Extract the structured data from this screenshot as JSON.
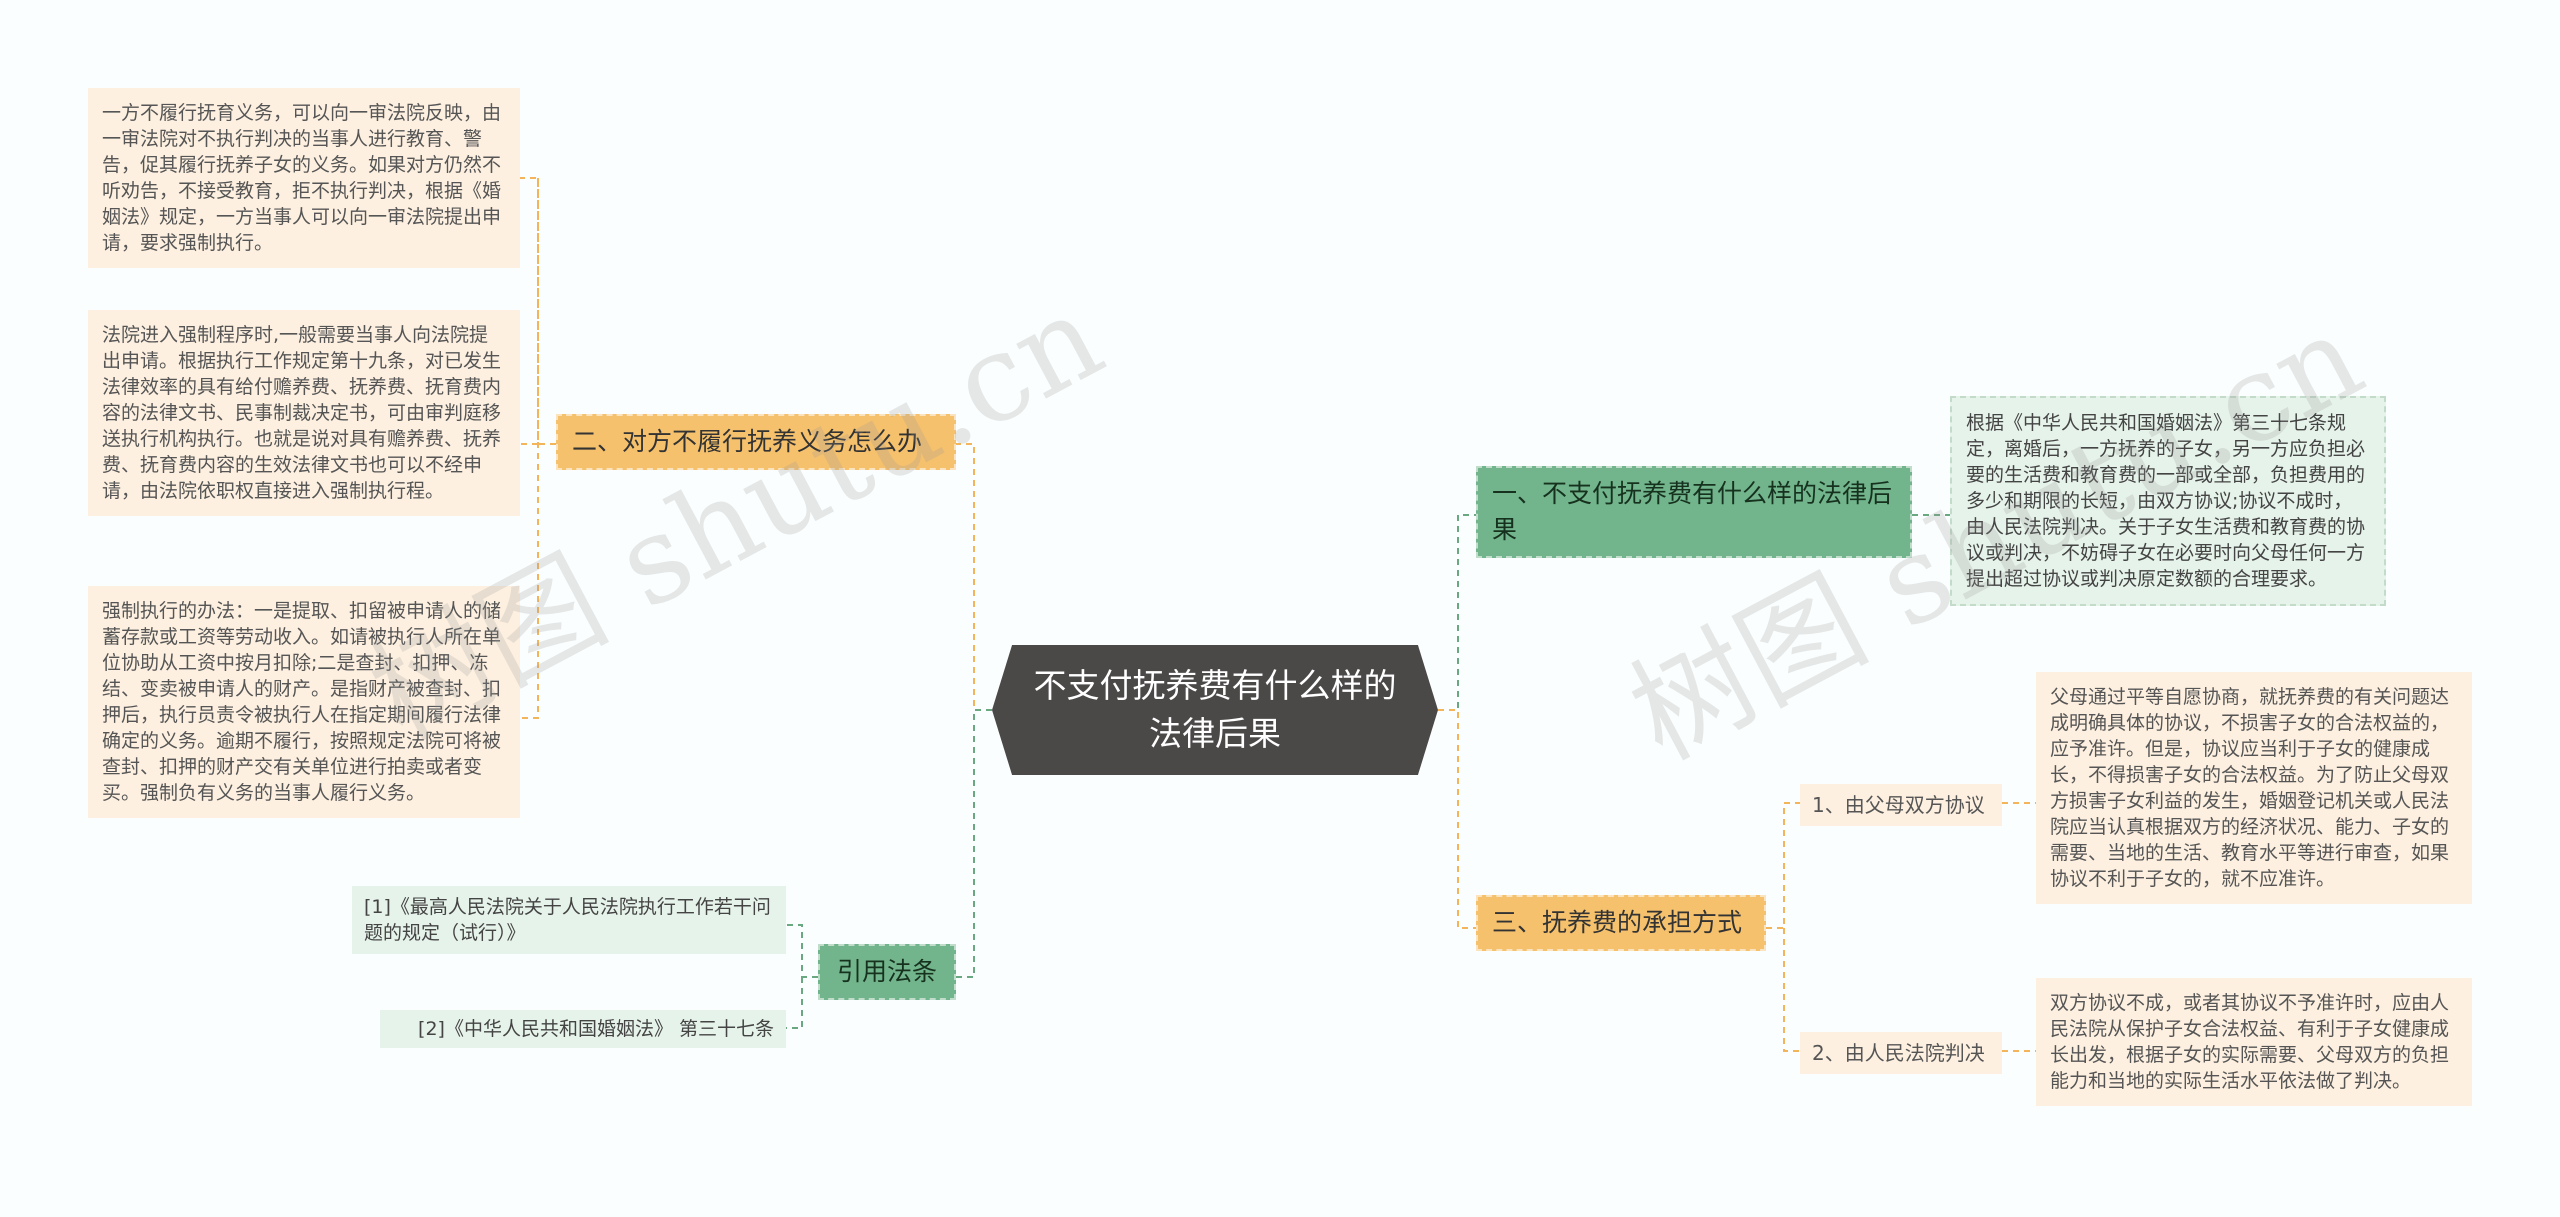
{
  "root": {
    "title": "不支付抚养费有什么样的法律后果"
  },
  "branches": {
    "b1": {
      "title": "一、不支付抚养费有什么样的法律后果",
      "detail": "根据《中华人民共和国婚姻法》第三十七条规定，离婚后，一方抚养的子女，另一方应负担必要的生活费和教育费的一部或全部，负担费用的多少和期限的长短，由双方协议;协议不成时，由人民法院判决。关于子女生活费和教育费的协议或判决，不妨碍子女在必要时向父母任何一方提出超过协议或判决原定数额的合理要求。"
    },
    "b2": {
      "title": "二、对方不履行抚养义务怎么办",
      "leaves": [
        "一方不履行抚育义务，可以向一审法院反映，由一审法院对不执行判决的当事人进行教育、警告，促其履行抚养子女的义务。如果对方仍然不听劝告，不接受教育，拒不执行判决，根据《婚姻法》规定，一方当事人可以向一审法院提出申请，要求强制执行。",
        "法院进入强制程序时,一般需要当事人向法院提出申请。根据执行工作规定第十九条，对已发生法律效率的具有给付赡养费、抚养费、抚育费内容的法律文书、民事制裁决定书，可由审判庭移送执行机构执行。也就是说对具有赡养费、抚养费、抚育费内容的生效法律文书也可以不经申请，由法院依职权直接进入强制执行程。",
        "强制执行的办法：一是提取、扣留被申请人的储蓄存款或工资等劳动收入。如请被执行人所在单位协助从工资中按月扣除;二是查封、扣押、冻结、变卖被申请人的财产。是指财产被查封、扣押后，执行员责令被执行人在指定期间履行法律确定的义务。逾期不履行，按照规定法院可将被查封、扣押的财产交有关单位进行拍卖或者变买。强制负有义务的当事人履行义务。"
      ]
    },
    "b3": {
      "title": "三、抚养费的承担方式",
      "subs": [
        {
          "label": "1、由父母双方协议",
          "detail": "父母通过平等自愿协商，就抚养费的有关问题达成明确具体的协议，不损害子女的合法权益的，应予准许。但是，协议应当利于子女的健康成长，不得损害子女的合法权益。为了防止父母双方损害子女利益的发生，婚姻登记机关或人民法院应当认真根据双方的经济状况、能力、子女的需要、当地的生活、教育水平等进行审查，如果协议不利于子女的，就不应准许。"
        },
        {
          "label": "2、由人民法院判决",
          "detail": "双方协议不成，或者其协议不予准许时，应由人民法院从保护子女合法权益、有利于子女健康成长出发，根据子女的实际需要、父母双方的负担能力和当地的实际生活水平依法做了判决。"
        }
      ]
    },
    "b4": {
      "title": "引用法条",
      "refs": [
        "[1]《最高人民法院关于人民法院执行工作若干问题的规定（试行）》",
        "[2]《中华人民共和国婚姻法》 第三十七条"
      ]
    }
  },
  "watermark": {
    "text": "树图 shutu.cn"
  },
  "colors": {
    "root": "#4b4848",
    "orange": "#f5c16d",
    "green": "#72b48b",
    "leaf": "#fdf0e0",
    "mint": "#e6f3ea",
    "line_orange": "#f3b45a",
    "line_green": "#6aa882"
  }
}
